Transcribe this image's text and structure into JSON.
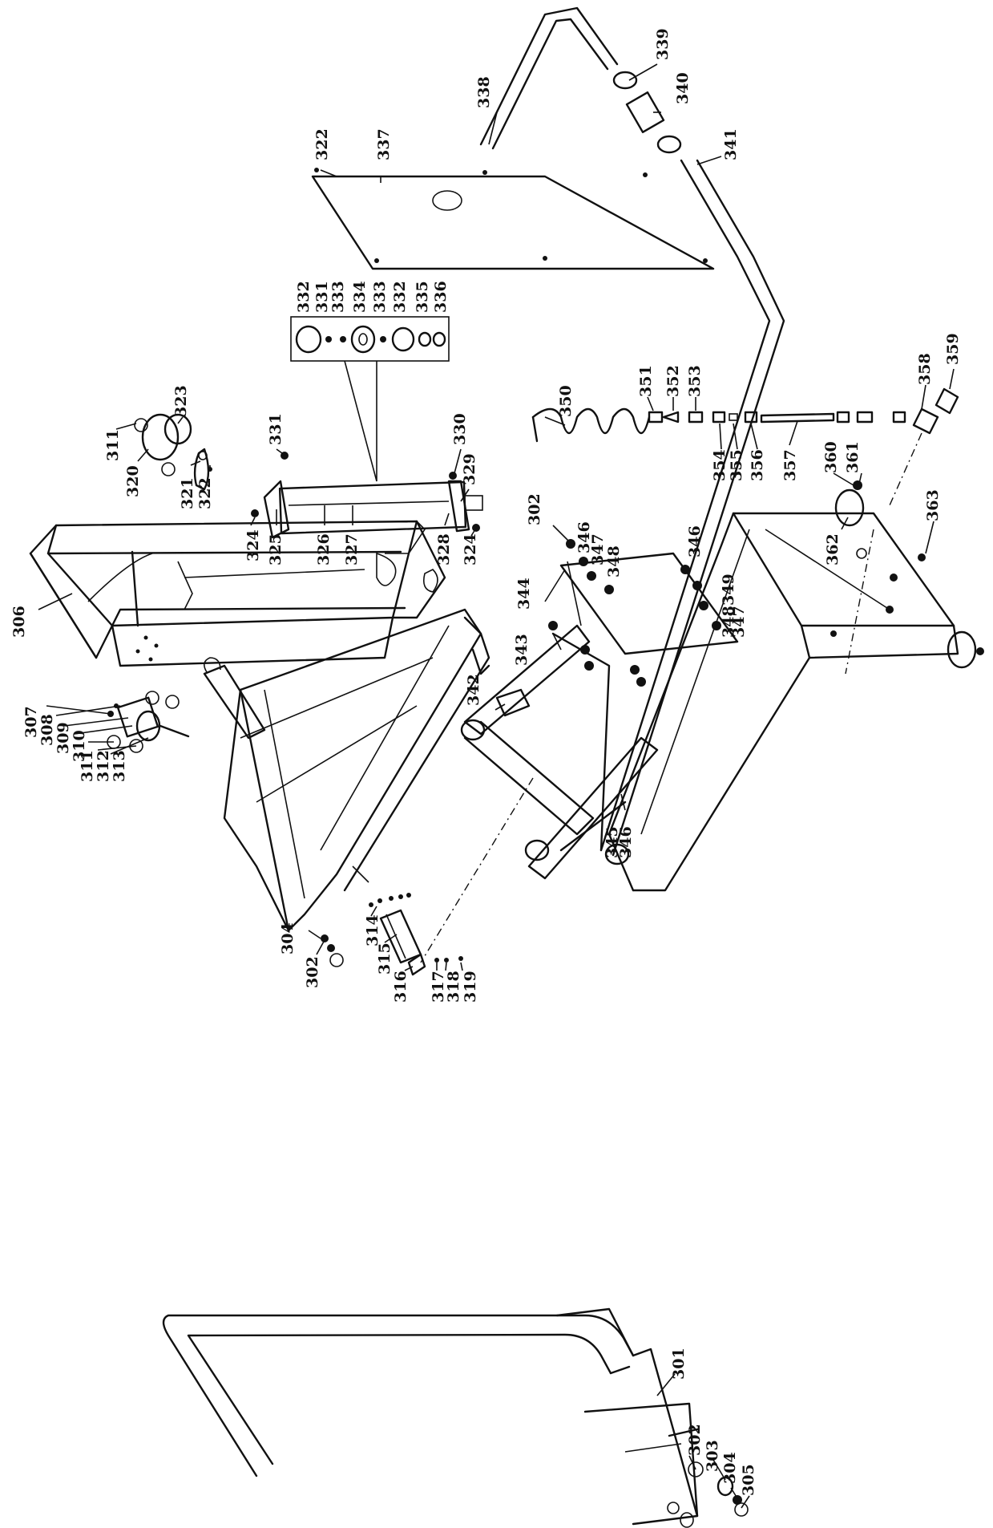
{
  "diagram": {
    "labels": [
      {
        "id": "l301",
        "text": "301"
      },
      {
        "id": "l302a",
        "text": "302"
      },
      {
        "id": "l303",
        "text": "303"
      },
      {
        "id": "l304a",
        "text": "304"
      },
      {
        "id": "l305",
        "text": "305"
      },
      {
        "id": "l302b",
        "text": "302"
      },
      {
        "id": "l304b",
        "text": "304"
      },
      {
        "id": "l314",
        "text": "314"
      },
      {
        "id": "l315",
        "text": "315"
      },
      {
        "id": "l316",
        "text": "316"
      },
      {
        "id": "l317",
        "text": "317"
      },
      {
        "id": "l318",
        "text": "318"
      },
      {
        "id": "l319",
        "text": "319"
      },
      {
        "id": "l306",
        "text": "306"
      },
      {
        "id": "l307",
        "text": "307"
      },
      {
        "id": "l308",
        "text": "308"
      },
      {
        "id": "l309",
        "text": "309"
      },
      {
        "id": "l310",
        "text": "310"
      },
      {
        "id": "l311a",
        "text": "311"
      },
      {
        "id": "l312",
        "text": "312"
      },
      {
        "id": "l313",
        "text": "313"
      },
      {
        "id": "l311b",
        "text": "311"
      },
      {
        "id": "l323",
        "text": "323"
      },
      {
        "id": "l320",
        "text": "320"
      },
      {
        "id": "l321",
        "text": "321"
      },
      {
        "id": "l322a",
        "text": "322"
      },
      {
        "id": "l331a",
        "text": "331"
      },
      {
        "id": "l324a",
        "text": "324"
      },
      {
        "id": "l325",
        "text": "325"
      },
      {
        "id": "l326",
        "text": "326"
      },
      {
        "id": "l327",
        "text": "327"
      },
      {
        "id": "l328",
        "text": "328"
      },
      {
        "id": "l324b",
        "text": "324"
      },
      {
        "id": "l329",
        "text": "329"
      },
      {
        "id": "l330",
        "text": "330"
      },
      {
        "id": "l332a",
        "text": "332"
      },
      {
        "id": "l331b",
        "text": "331"
      },
      {
        "id": "l333a",
        "text": "333"
      },
      {
        "id": "l334",
        "text": "334"
      },
      {
        "id": "l333b",
        "text": "333"
      },
      {
        "id": "l332b",
        "text": "332"
      },
      {
        "id": "l335",
        "text": "335"
      },
      {
        "id": "l336",
        "text": "336"
      },
      {
        "id": "l322b",
        "text": "322"
      },
      {
        "id": "l337",
        "text": "337"
      },
      {
        "id": "l338",
        "text": "338"
      },
      {
        "id": "l339",
        "text": "339"
      },
      {
        "id": "l340",
        "text": "340"
      },
      {
        "id": "l341",
        "text": "341"
      },
      {
        "id": "l342",
        "text": "342"
      },
      {
        "id": "l343",
        "text": "343"
      },
      {
        "id": "l344",
        "text": "344"
      },
      {
        "id": "l302c",
        "text": "302"
      },
      {
        "id": "l346a",
        "text": "346"
      },
      {
        "id": "l347a",
        "text": "347"
      },
      {
        "id": "l348a",
        "text": "348"
      },
      {
        "id": "l346b",
        "text": "346"
      },
      {
        "id": "l349",
        "text": "349"
      },
      {
        "id": "l348b",
        "text": "348"
      },
      {
        "id": "l347b",
        "text": "347"
      },
      {
        "id": "l345",
        "text": "345"
      },
      {
        "id": "l346c",
        "text": "346"
      },
      {
        "id": "l350",
        "text": "350"
      },
      {
        "id": "l351",
        "text": "351"
      },
      {
        "id": "l352",
        "text": "352"
      },
      {
        "id": "l353",
        "text": "353"
      },
      {
        "id": "l354",
        "text": "354"
      },
      {
        "id": "l355",
        "text": "355"
      },
      {
        "id": "l356",
        "text": "356"
      },
      {
        "id": "l357",
        "text": "357"
      },
      {
        "id": "l358",
        "text": "358"
      },
      {
        "id": "l359",
        "text": "359"
      },
      {
        "id": "l360",
        "text": "360"
      },
      {
        "id": "l361",
        "text": "361"
      },
      {
        "id": "l362",
        "text": "362"
      },
      {
        "id": "l363",
        "text": "363"
      }
    ]
  }
}
